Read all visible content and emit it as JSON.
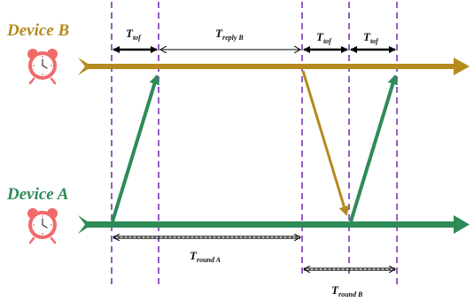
{
  "colors": {
    "device_b": "#b58a1e",
    "device_a": "#2e8b57",
    "dashed_line": "#7b35b5",
    "clock_red": "#f06a6a"
  },
  "device_b": {
    "label": "Device B",
    "icon": "alarm-clock-icon"
  },
  "device_a": {
    "label": "Device A",
    "icon": "alarm-clock-icon"
  },
  "intervals": {
    "tof_1": {
      "main": "T",
      "sub": "tof"
    },
    "reply_b": {
      "main": "T",
      "sub": "reply B"
    },
    "tof_2": {
      "main": "T",
      "sub": "tof"
    },
    "tof_3": {
      "main": "T",
      "sub": "tof"
    },
    "round_a": {
      "main": "T",
      "sub": "round A"
    },
    "round_b": {
      "main": "T",
      "sub": "round B"
    }
  }
}
